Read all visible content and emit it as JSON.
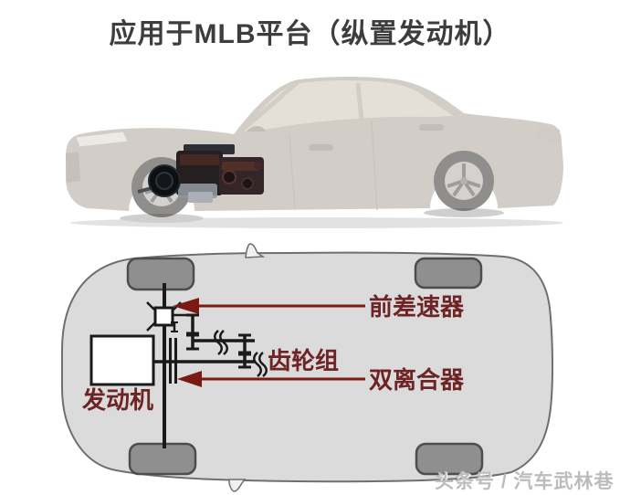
{
  "title": "应用于MLB平台（纵置发动机）",
  "diagram": {
    "labels": {
      "front_differential": "前差速器",
      "gear_set": "齿轮组",
      "dual_clutch": "双离合器",
      "engine": "发动机"
    }
  },
  "watermark": "头条号 / 汽车武林巷",
  "colors": {
    "label_red": "#6e2424",
    "arrow_red": "#7a1a12",
    "car_body_gray": "#dbdbdb",
    "wheel_gray": "#8f8f8f",
    "title_gray": "#3d3d3d",
    "watermark_gray": "#bcbcbc",
    "photo_car_beige": "#b3aa9e"
  }
}
